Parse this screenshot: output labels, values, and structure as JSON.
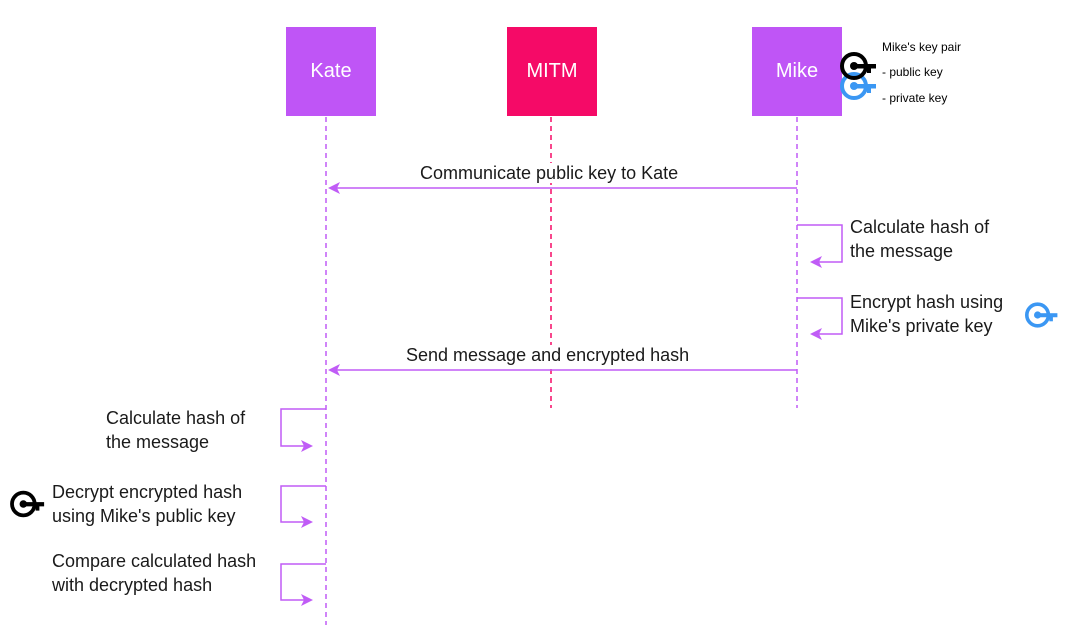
{
  "colors": {
    "actor_purple": "#BF55F6",
    "actor_red": "#F50A67",
    "arrow": "#C05CF6",
    "mitm_line": "#F50A67",
    "public_key_icon": "#000000",
    "private_key_icon": "#3B97F3"
  },
  "actors": {
    "kate": "Kate",
    "mitm": "MITM",
    "mike": "Mike"
  },
  "legend": {
    "title": "Mike's key pair",
    "public": "- public key",
    "private": "- private key",
    "public_icon": "key-icon (black)",
    "private_icon": "key-icon (blue)"
  },
  "messages": {
    "communicate": "Communicate public key to Kate",
    "send": "Send message and encrypted hash"
  },
  "mike_steps": {
    "hash_line1": "Calculate hash of",
    "hash_line2": "the message",
    "encrypt_line1": "Encrypt hash using",
    "encrypt_line2": "Mike's private key"
  },
  "kate_steps": {
    "hash_line1": "Calculate hash of",
    "hash_line2": "the message",
    "decrypt_line1": "Decrypt encrypted hash",
    "decrypt_line2": "using Mike's public key",
    "compare_line1": "Compare calculated hash",
    "compare_line2": "with decrypted hash"
  }
}
